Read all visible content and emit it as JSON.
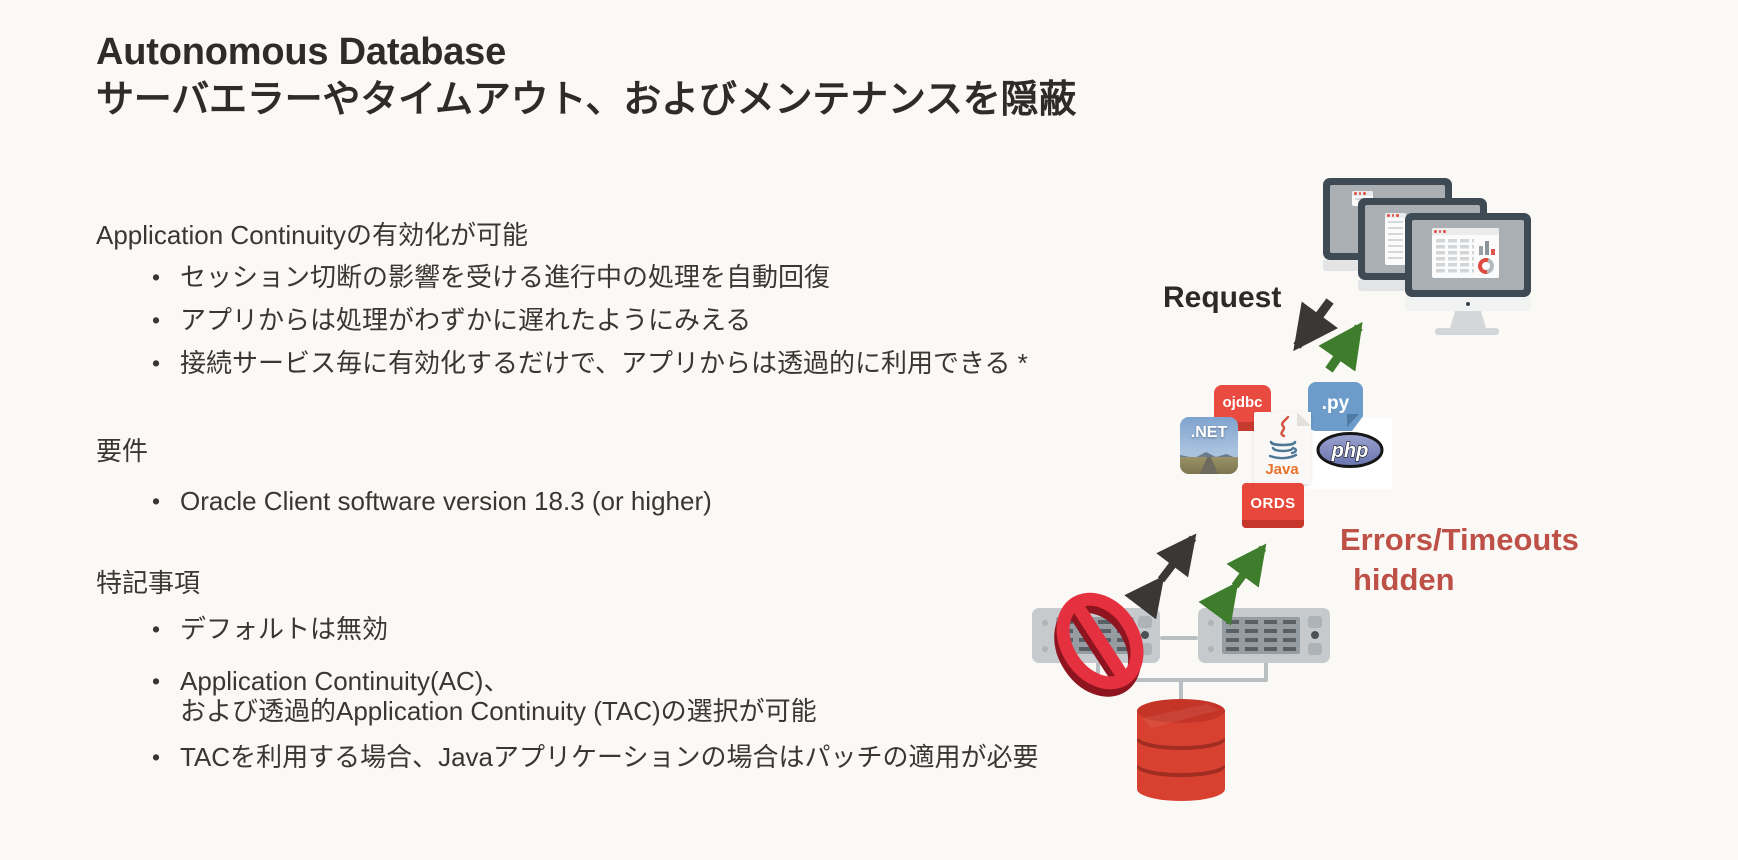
{
  "slide": {
    "title_line1": "Autonomous Database",
    "title_line2": "サーバエラーやタイムアウト、およびメンテナンスを隠蔽",
    "background_color": "#FBF9F6",
    "text_color": "#3A3632"
  },
  "left": {
    "sections": [
      {
        "heading": "Application Continuityの有効化が可能",
        "bullets": [
          "セッション切断の影響を受ける進行中の処理を自動回復",
          "アプリからは処理がわずかに遅れたようにみえる",
          "接続サービス毎に有効化するだけで、アプリからは透過的に利用できる *"
        ]
      },
      {
        "heading": "要件",
        "bullets": [
          "Oracle Client software version 18.3 (or higher)"
        ]
      },
      {
        "heading": "特記事項",
        "bullets": [
          "デフォルトは無効",
          "Application Continuity(AC)、",
          "および透過的Application Continuity (TAC)の選択が可能",
          "TACを利用する場合、Javaアプリケーションの場合はパッチの適用が必要"
        ]
      }
    ]
  },
  "diagram": {
    "request_label": "Request",
    "errors_label_line1": "Errors/Timeouts",
    "errors_label_line2": "hidden",
    "ords_label": "ORDS",
    "logos": {
      "ojdbc": "ojdbc",
      "python": ".py",
      "dotnet": ".NET",
      "java": "Java",
      "php": "php"
    },
    "colors": {
      "request_arrow": "#3B3734",
      "response_arrow": "#3E7D2B",
      "errors_text": "#BE5147",
      "ords_bg": "#E8483B",
      "ojdbc_bg": "#E94B40",
      "database_red": "#D84130",
      "prohibition_red": "#E5303F",
      "server_gray": "#C6CACD",
      "monitor_frame": "#3E4A54"
    }
  }
}
